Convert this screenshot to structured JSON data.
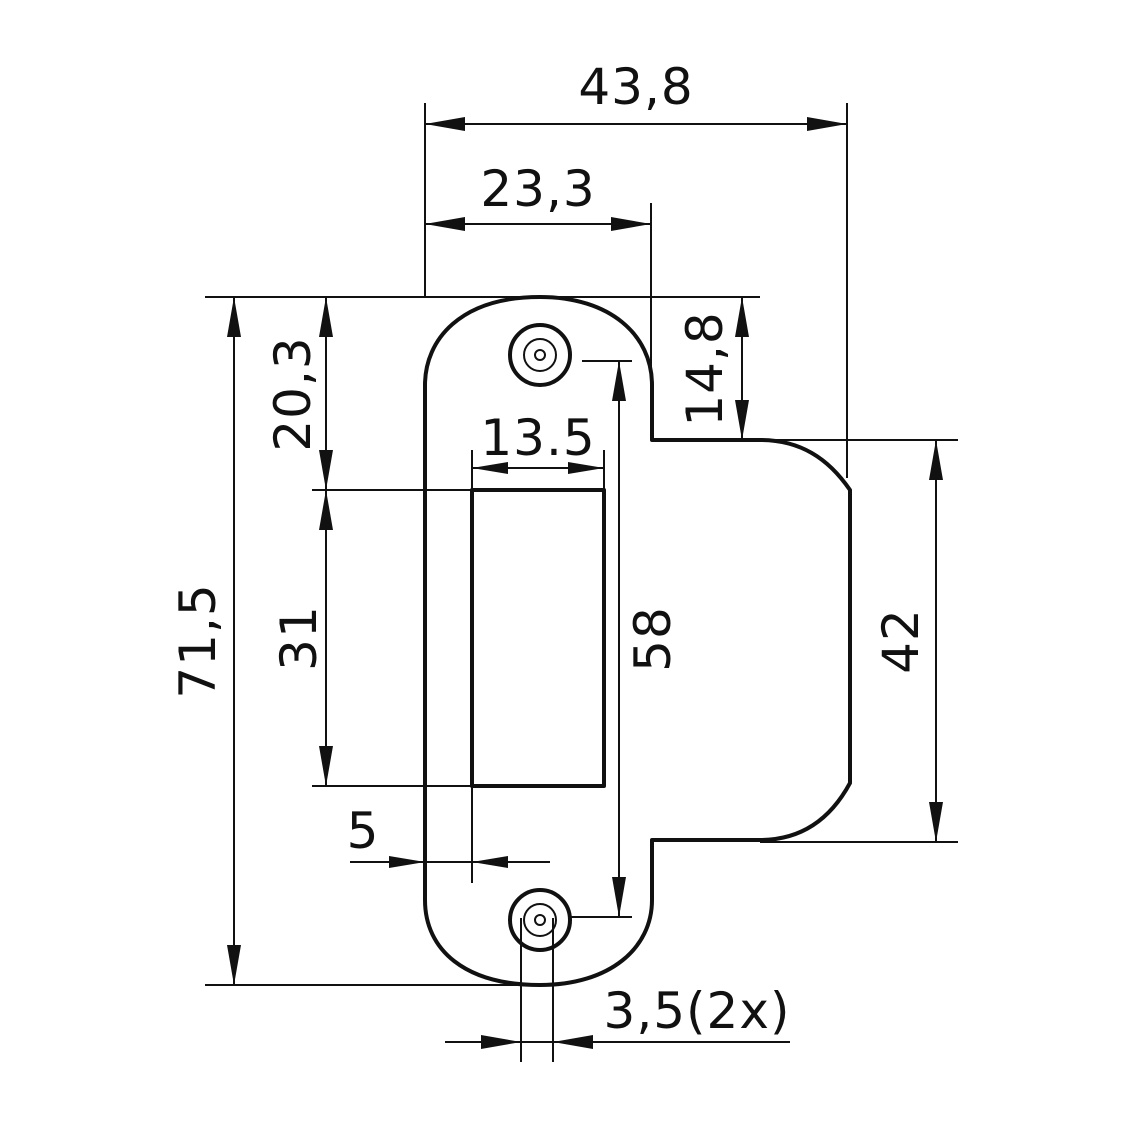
{
  "dimensions": {
    "overall_width": "43,8",
    "plate_width": "23,3",
    "plate_top_to_lip": "14,8",
    "top_to_slot": "20,3",
    "slot_width": "13.5",
    "slot_height": "31",
    "overall_height": "71,5",
    "hole_spacing": "58",
    "lip_height": "42",
    "edge_to_slot": "5",
    "hole_diameter": "3,5(2x)"
  },
  "colors": {
    "line": "#111111",
    "background": "#ffffff"
  }
}
